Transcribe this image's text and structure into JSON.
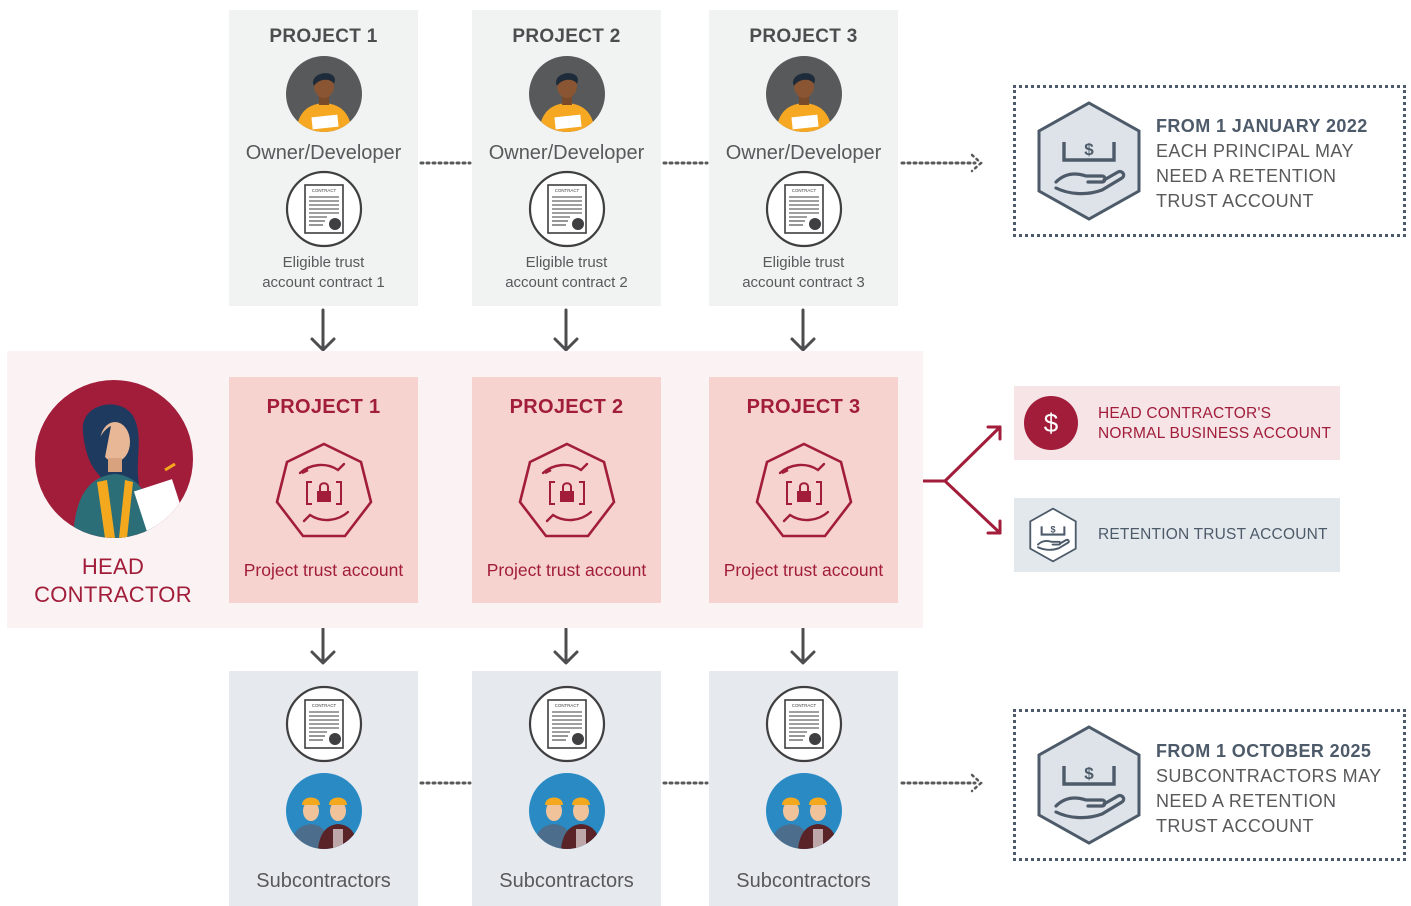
{
  "owner_columns": [
    {
      "title": "PROJECT 1",
      "role": "Owner/Developer",
      "contract_line1": "Eligible trust",
      "contract_line2": "account contract 1"
    },
    {
      "title": "PROJECT 2",
      "role": "Owner/Developer",
      "contract_line1": "Eligible trust",
      "contract_line2": "account contract 2"
    },
    {
      "title": "PROJECT 3",
      "role": "Owner/Developer",
      "contract_line1": "Eligible trust",
      "contract_line2": "account contract 3"
    }
  ],
  "contract_badge": "CONTRACT",
  "head_contractor": {
    "line1": "HEAD",
    "line2": "CONTRACTOR"
  },
  "project_columns": [
    {
      "title": "PROJECT 1",
      "label": "Project trust account"
    },
    {
      "title": "PROJECT 2",
      "label": "Project trust account"
    },
    {
      "title": "PROJECT 3",
      "label": "Project trust account"
    }
  ],
  "sub_columns": [
    {
      "label": "Subcontractors"
    },
    {
      "label": "Subcontractors"
    },
    {
      "label": "Subcontractors"
    }
  ],
  "notice_principal": {
    "heading": "FROM 1 JANUARY 2022",
    "line1": "EACH PRINCIPAL MAY",
    "line2": "NEED A RETENTION",
    "line3": "TRUST ACCOUNT"
  },
  "notice_subcontractors": {
    "heading": "FROM 1 OCTOBER 2025",
    "line1": "SUBCONTRACTORS MAY",
    "line2": "NEED A RETENTION",
    "line3": "TRUST ACCOUNT"
  },
  "business_account": {
    "line1": "HEAD CONTRACTOR'S",
    "line2": "NORMAL BUSINESS ACCOUNT",
    "symbol": "$"
  },
  "retention_account": {
    "label": "RETENTION TRUST ACCOUNT",
    "symbol": "$"
  },
  "colors": {
    "maroon": "#a11d3a",
    "slate": "#4d5a69",
    "grey_box": "#f1f2f2",
    "pink_box": "#f6d3cf",
    "blue_box": "#e6eaee"
  }
}
